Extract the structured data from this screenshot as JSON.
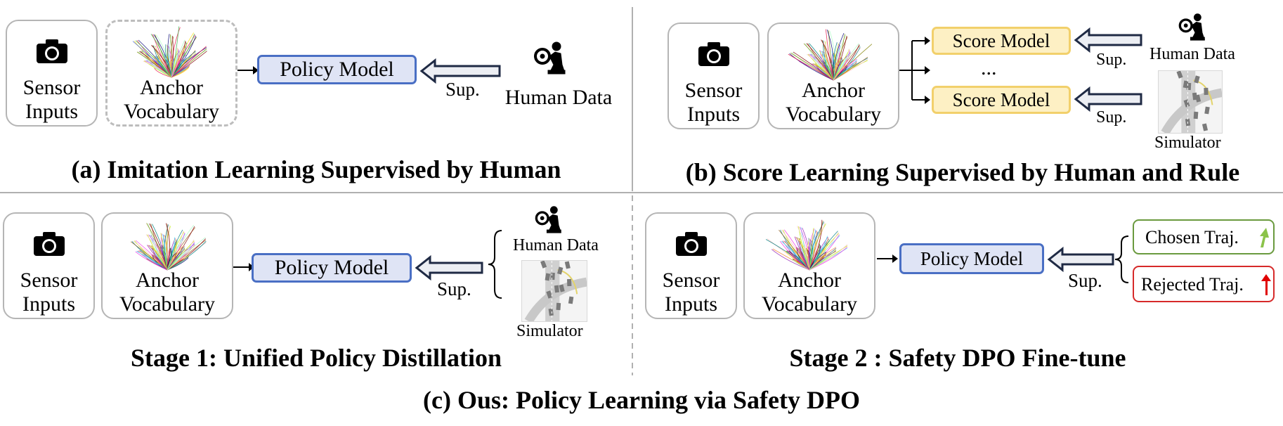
{
  "panel_a": {
    "sensor": [
      "Sensor",
      "Inputs"
    ],
    "anchor": [
      "Anchor",
      "Vocabulary"
    ],
    "policy": "Policy Model",
    "sup": "Sup.",
    "human": "Human Data",
    "title": "(a) Imitation Learning Supervised by Human"
  },
  "panel_b": {
    "sensor": [
      "Sensor",
      "Inputs"
    ],
    "anchor": [
      "Anchor",
      "Vocabulary"
    ],
    "score_top": "Score Model",
    "ellipsis": "...",
    "score_bottom": "Score Model",
    "sup_top": "Sup.",
    "sup_bottom": "Sup.",
    "human": "Human Data",
    "simulator": "Simulator",
    "title": "(b) Score Learning Supervised by Human and Rule"
  },
  "stage1": {
    "sensor": [
      "Sensor",
      "Inputs"
    ],
    "anchor": [
      "Anchor",
      "Vocabulary"
    ],
    "policy": "Policy Model",
    "sup": "Sup.",
    "human": "Human Data",
    "simulator": "Simulator",
    "title": "Stage 1: Unified Policy Distillation"
  },
  "stage2": {
    "sensor": [
      "Sensor",
      "Inputs"
    ],
    "anchor": [
      "Anchor",
      "Vocabulary"
    ],
    "policy": "Policy Model",
    "sup": "Sup.",
    "chosen": "Chosen Traj.",
    "rejected": "Rejected Traj.",
    "title": "Stage 2 : Safety DPO Fine-tune"
  },
  "bottom_title": "(c) Ous: Policy Learning via Safety DPO",
  "colors": {
    "policy_fill": "#dfe4f5",
    "policy_border": "#4a6fc4",
    "score_fill": "#fdf0c4",
    "score_border": "#f2d06b",
    "chosen_border": "#6a9a3e",
    "rejected_border": "#d62a2a",
    "box_border": "#b5b5b5",
    "divider": "#b0b0b0"
  },
  "icons": [
    "camera-icon",
    "anchor-fan-icon",
    "driver-icon",
    "simulator-thumbnail",
    "hollow-arrow-icon"
  ]
}
